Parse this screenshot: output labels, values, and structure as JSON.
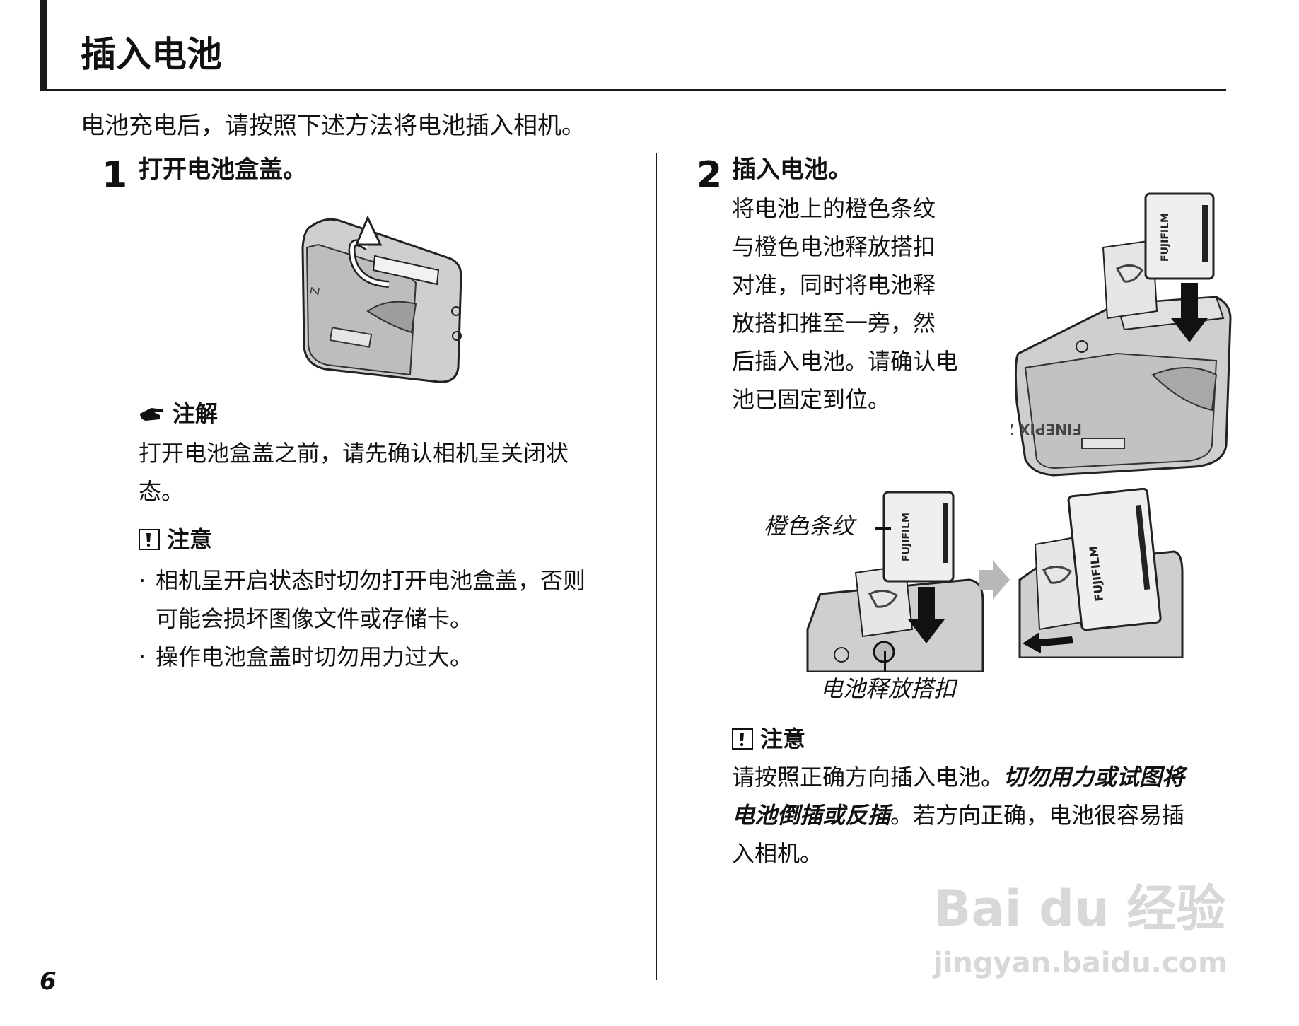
{
  "title": "插入电池",
  "intro": "电池充电后，请按照下述方法将电池插入相机。",
  "step1": {
    "number": "1",
    "title": "打开电池盒盖。",
    "note_hint": {
      "label": "注解",
      "text_line1": "打开电池盒盖之前，请先确认相机呈关闭状",
      "text_line2": "态。"
    },
    "caution": {
      "label": "注意",
      "bullets": [
        {
          "line1": "相机呈开启状态时切勿打开电池盒盖，否则",
          "line2": "可能会损坏图像文件或存储卡。"
        },
        {
          "line1": "操作电池盒盖时切勿用力过大。",
          "line2": ""
        }
      ]
    }
  },
  "step2": {
    "number": "2",
    "title": "插入电池。",
    "lines": [
      "将电池上的橙色条纹",
      "与橙色电池释放搭扣",
      "对准，同时将电池释",
      "放搭扣推至一旁，然",
      "后插入电池。请确认电",
      "池已固定到位。"
    ],
    "caption_stripe": "橙色条纹",
    "caption_latch": "电池释放搭扣",
    "battery_brand": "FUJIFILM",
    "camera_brand": "FINEPIX Z",
    "camera_letter": "Z",
    "caution": {
      "label": "注意",
      "line1_normal": "请按照正确方向插入电池。",
      "line1_emph": "切勿用力或试图将",
      "line2_emph": "电池倒插或反插",
      "line2_normal": "。若方向正确，电池很容易插",
      "line3": "入相机。"
    }
  },
  "page_number": "6",
  "watermark": {
    "main": "Bai du 经验",
    "sub": "jingyan.baidu.com"
  }
}
